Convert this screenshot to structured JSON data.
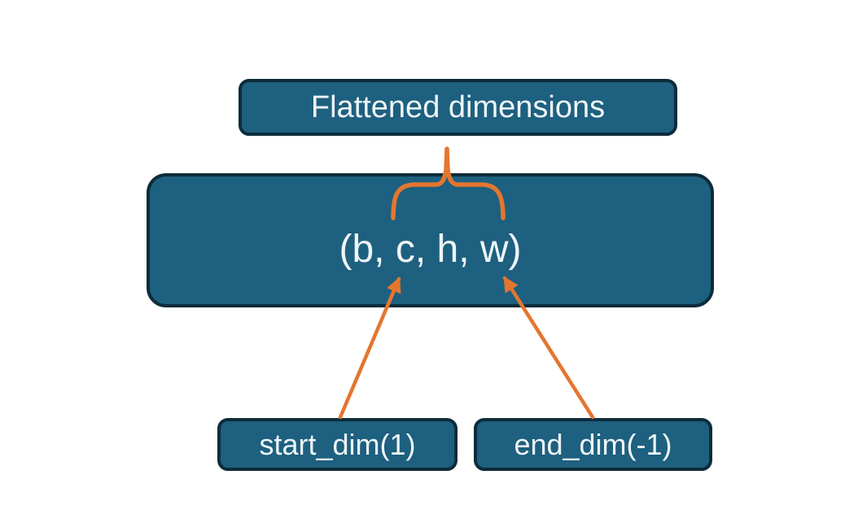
{
  "diagram": {
    "top_label": "Flattened dimensions",
    "shape_label": "(b, c, h, w)",
    "start_dim_label": "start_dim(1)",
    "end_dim_label": "end_dim(-1)"
  },
  "colors": {
    "background": "#ffffff",
    "node_fill": "#1e607f",
    "node_border": "#0d2c3b",
    "node_text": "#eef5f8",
    "accent": "#e4762f"
  }
}
